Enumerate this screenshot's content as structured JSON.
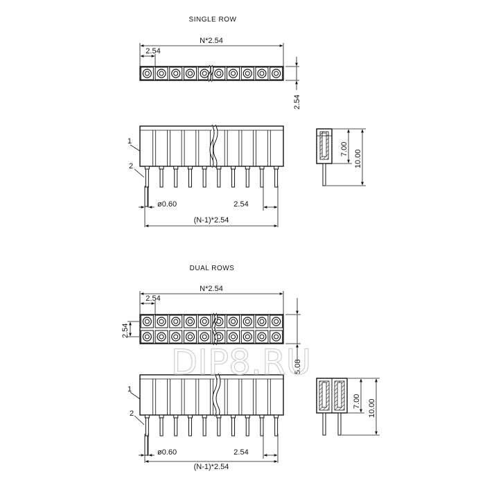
{
  "sections": [
    {
      "title": "SINGLE ROW",
      "dim_total": "N*2.54",
      "dim_pitch": "2.54",
      "dim_row_pitch": "2.54",
      "dim_pin_dia": "ø0.60",
      "dim_pitch_bottom": "2.54",
      "dim_span": "(N-1)*2.54",
      "dim_height_inner": "7.00",
      "dim_height_outer": "10.00",
      "callout_1": "1",
      "callout_2": "2"
    },
    {
      "title": "DUAL ROWS",
      "dim_total": "N*2.54",
      "dim_pitch": "2.54",
      "dim_row_pitch": "2.54",
      "dim_row_span": "5.08",
      "dim_pin_dia": "ø0.60",
      "dim_pitch_bottom": "2.54",
      "dim_span": "(N-1)*2.54",
      "dim_height_inner": "7.00",
      "dim_height_outer": "10.00",
      "callout_1": "1",
      "callout_2": "2"
    }
  ],
  "watermark": "DIP8.RU",
  "colors": {
    "line": "#111111",
    "watermark": "#cfcfcf",
    "background": "#ffffff"
  }
}
